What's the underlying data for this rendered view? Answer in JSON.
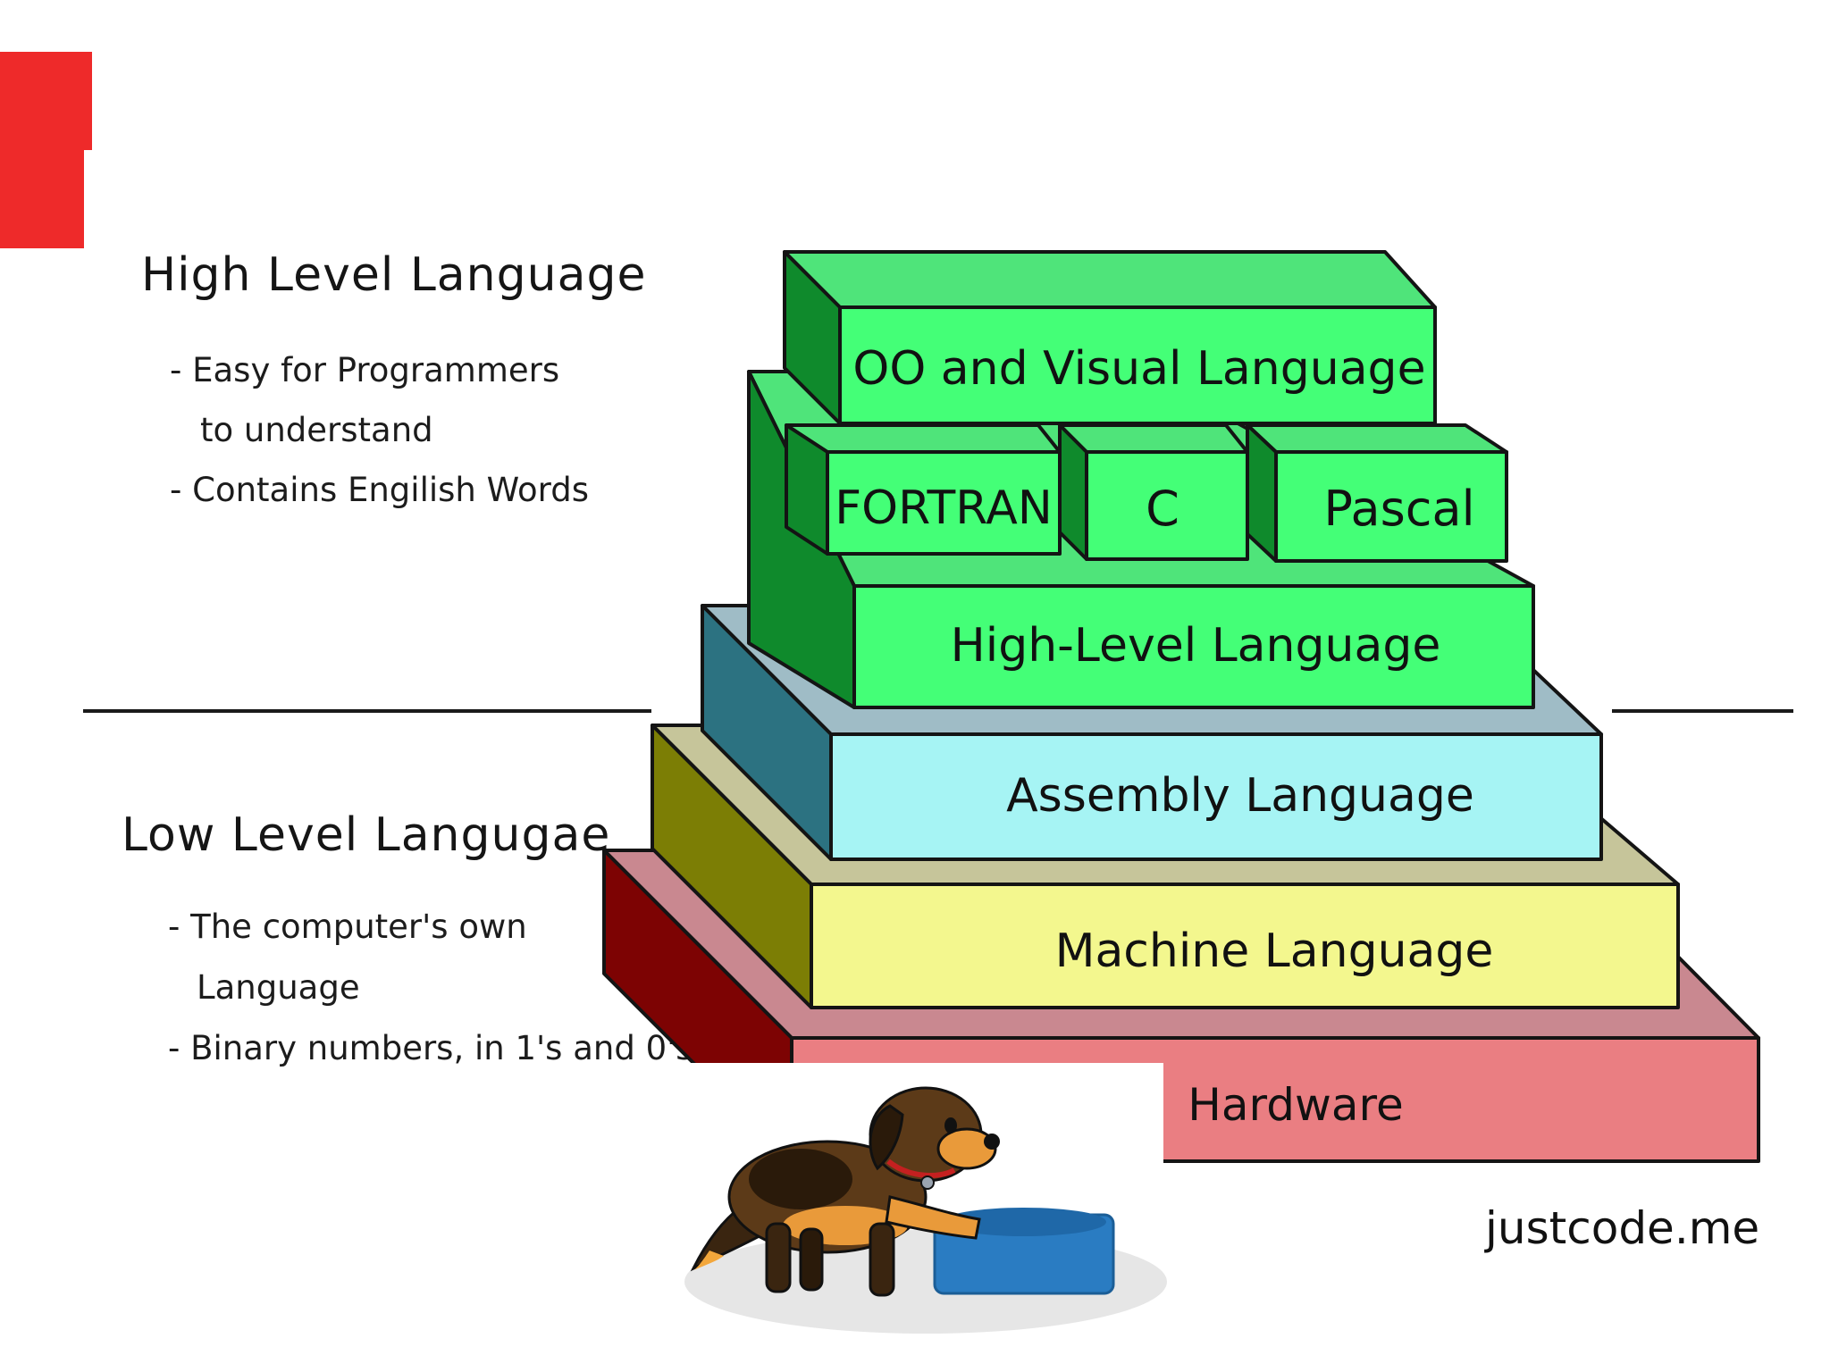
{
  "high_level": {
    "heading": "High Level Language",
    "bullets": [
      "- Easy for Programmers",
      "to understand",
      "- Contains Engilish Words"
    ]
  },
  "low_level": {
    "heading": "Low Level Langugae",
    "bullets": [
      "- The computer's own",
      "Language",
      "- Binary numbers, in 1's and 0's"
    ]
  },
  "pyramid": {
    "oo_visual": "OO and Visual Language",
    "fortran": "FORTRAN",
    "c": "C",
    "pascal": "Pascal",
    "high_level": "High-Level Language",
    "assembly": "Assembly Language",
    "machine": "Machine Language",
    "hardware": "Hardware"
  },
  "brand": "justcode.me",
  "colors": {
    "accent": "#ee2a2a",
    "green": "#44ff77",
    "green_dark": "#0f8a2c",
    "cyan": "#a6f4f4",
    "teal_dark": "#2c7281",
    "yellow": "#f3f78e",
    "olive_dark": "#7c7e05",
    "pink": "#ea7e82",
    "maroon_dark": "#7d0303"
  }
}
